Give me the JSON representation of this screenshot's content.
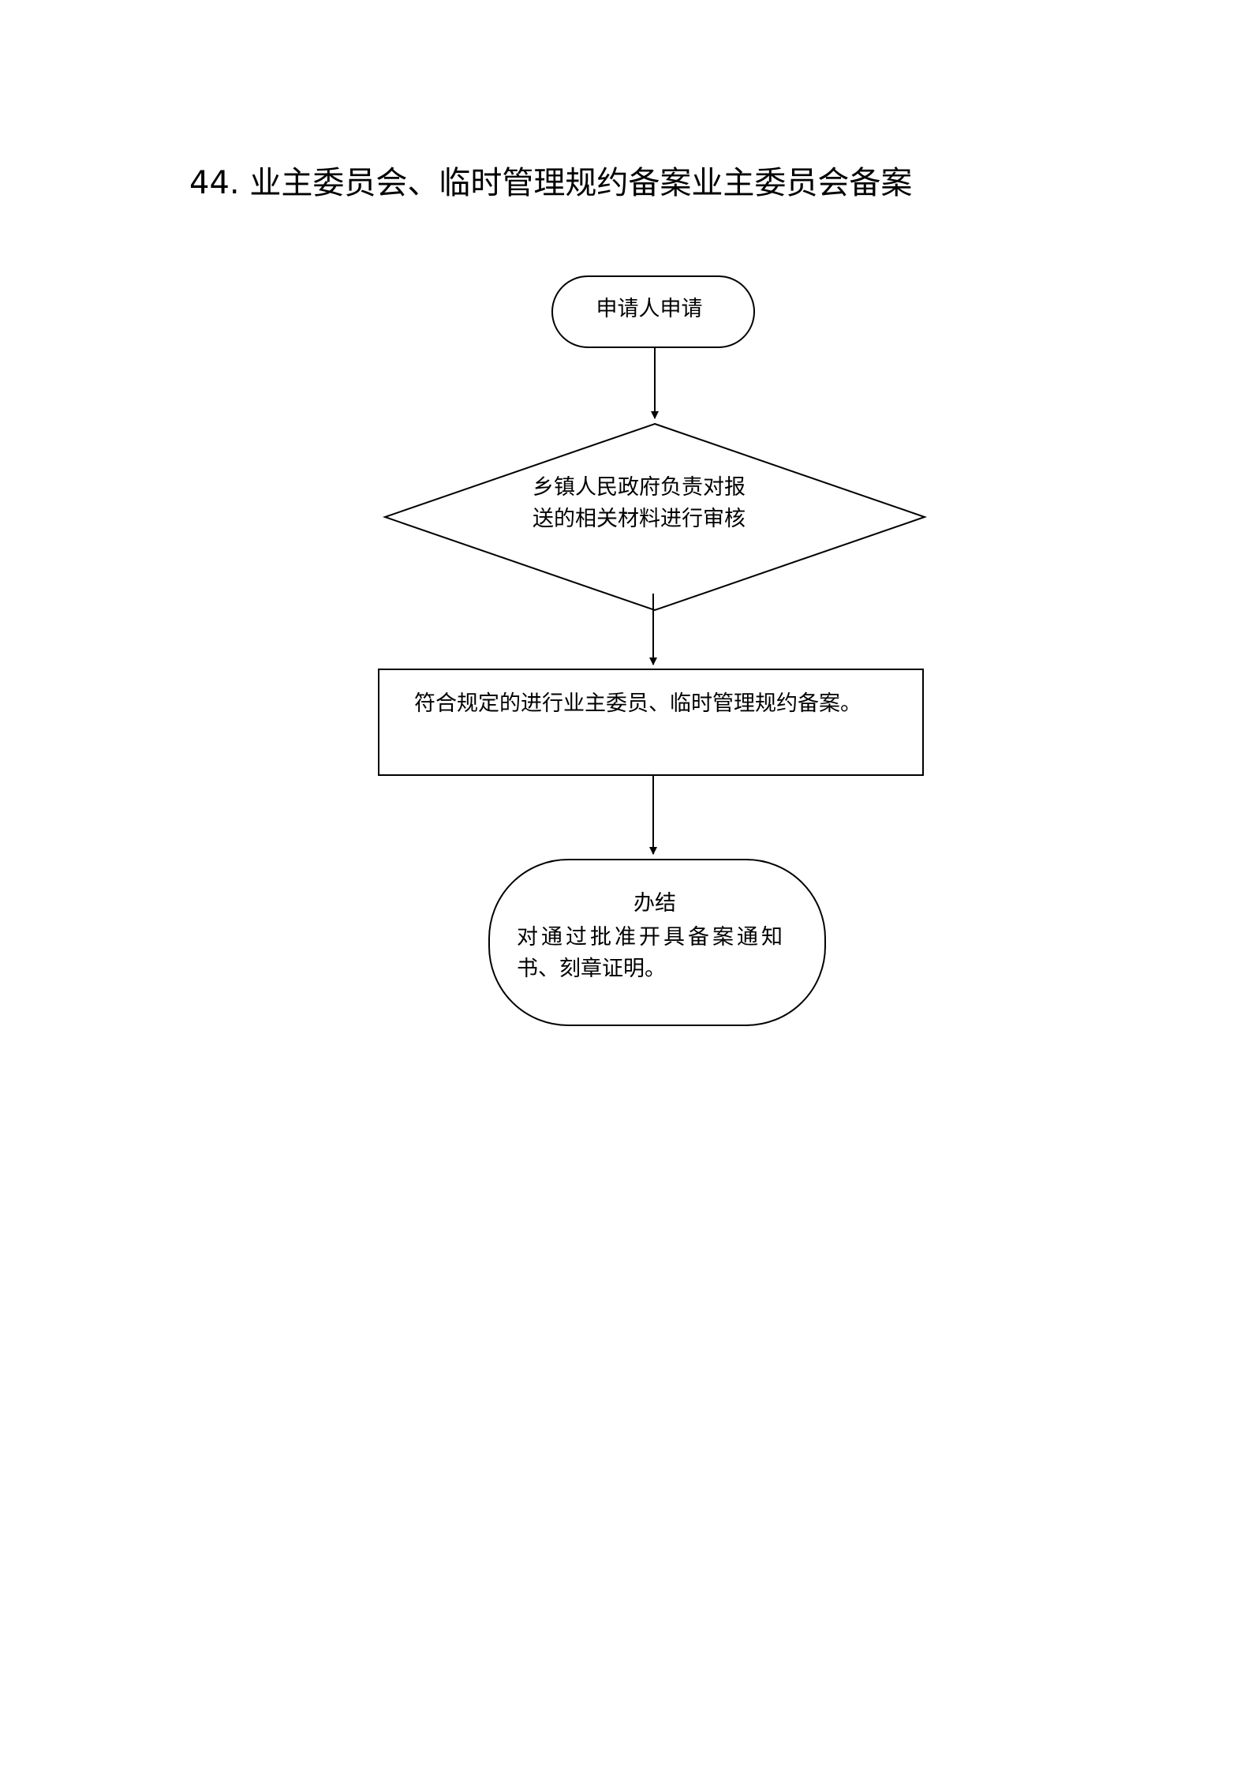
{
  "page": {
    "title": "44. 业主委员会、临时管理规约备案业主委员会备案"
  },
  "flowchart": {
    "start": {
      "label": "申请人申请"
    },
    "decision": {
      "line1": "乡镇人民政府负责对报",
      "line2": "送的相关材料进行审核"
    },
    "process": {
      "label": "符合规定的进行业主委员、临时管理规约备案。"
    },
    "end": {
      "title": "办结",
      "line1": "对通过批准开具备案通知",
      "line2": "书、刻章证明。"
    }
  }
}
